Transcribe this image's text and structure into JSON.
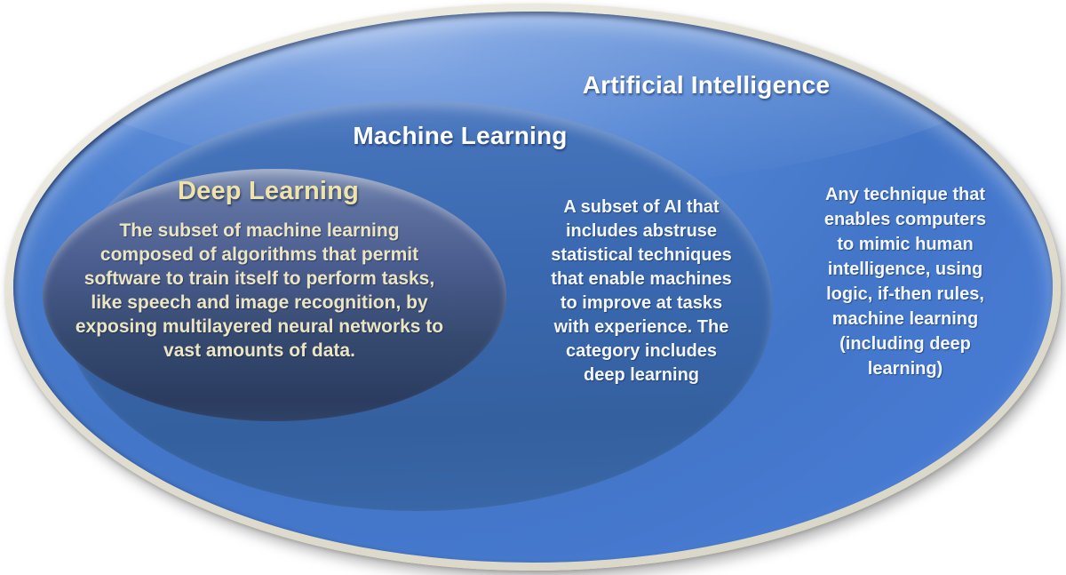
{
  "diagram": {
    "type": "nested-venn",
    "layers": [
      {
        "id": "artificial-intelligence",
        "title": "Artificial Intelligence",
        "description": "Any technique that\nenables computers\nto mimic human\nintelligence, using\nlogic, if-then rules,\nmachine learning\n(including deep\nlearning)"
      },
      {
        "id": "machine-learning",
        "title": "Machine Learning",
        "description": "A subset of AI that\nincludes abstruse\nstatistical techniques\nthat enable machines\nto improve at tasks\nwith experience. The\ncategory includes\ndeep learning"
      },
      {
        "id": "deep-learning",
        "title": "Deep Learning",
        "description": "The subset of machine learning\ncomposed of algorithms that permit\nsoftware to train itself to perform tasks,\nlike speech and image recognition, by\nexposing multilayered neural networks to\nvast amounts of data."
      }
    ],
    "colors": {
      "background": "#ffffff",
      "ring_color": "#e2dfd1",
      "ai_fill": "#4a7ecf",
      "ml_fill": "#3b69b1",
      "dl_fill": "#35496f",
      "ai_title_color": "#ffffff",
      "ml_title_color": "#ffffff",
      "dl_title_color": "#efe3a9",
      "ai_text_color": "#f3f7fd",
      "ml_text_color": "#f3f7fd",
      "dl_text_color": "#ece5c2"
    }
  }
}
